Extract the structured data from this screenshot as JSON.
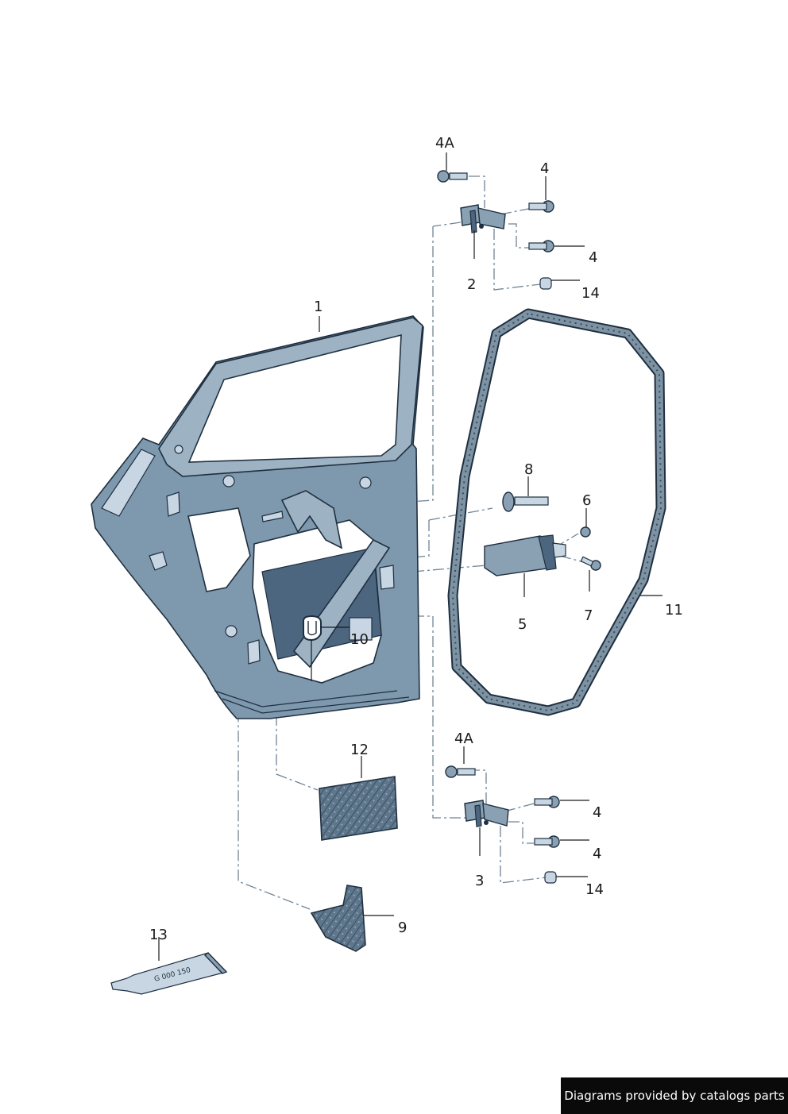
{
  "labels": {
    "l1": "1",
    "l2": "2",
    "l3": "3",
    "l4a_top": "4A",
    "l4a_bottom": "4A",
    "l4_a": "4",
    "l4_b": "4",
    "l4_c": "4",
    "l4_d": "4",
    "l5": "5",
    "l6": "6",
    "l7": "7",
    "l8": "8",
    "l9": "9",
    "l10": "10",
    "l11": "11",
    "l12": "12",
    "l13": "13",
    "l14_top": "14",
    "l14_bottom": "14"
  },
  "tube_text": "G 000 150",
  "credit": "Diagrams provided by catalogs parts",
  "colors": {
    "part_fill": "#7e98ad",
    "outline": "#1f2f40",
    "leader_dash": "#6f8494",
    "credit_bg": "#0a0a0a"
  }
}
